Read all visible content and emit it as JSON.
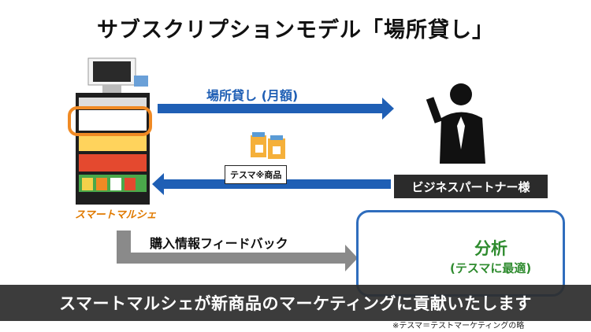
{
  "title": "サブスクリプションモデル「場所貸し」",
  "kiosk": {
    "brand": "スマートマルシェ"
  },
  "flows": {
    "rent_label": "場所貸し (月額)",
    "product_label": "テスマ※商品",
    "feedback_label": "購入情報フィードバック"
  },
  "partner": {
    "label": "ビジネスパートナー様"
  },
  "analysis": {
    "title": "分析",
    "subtitle": "(テスマに最適)"
  },
  "banner": "スマートマルシェが新商品のマーケティングに貢献いたします",
  "footnote": "※テスマ＝テストマーケティングの略",
  "colors": {
    "blue": "#1f5fb5",
    "green": "#2e8b2e",
    "orange": "#f08a24",
    "bar_gold": "#e6a800"
  }
}
